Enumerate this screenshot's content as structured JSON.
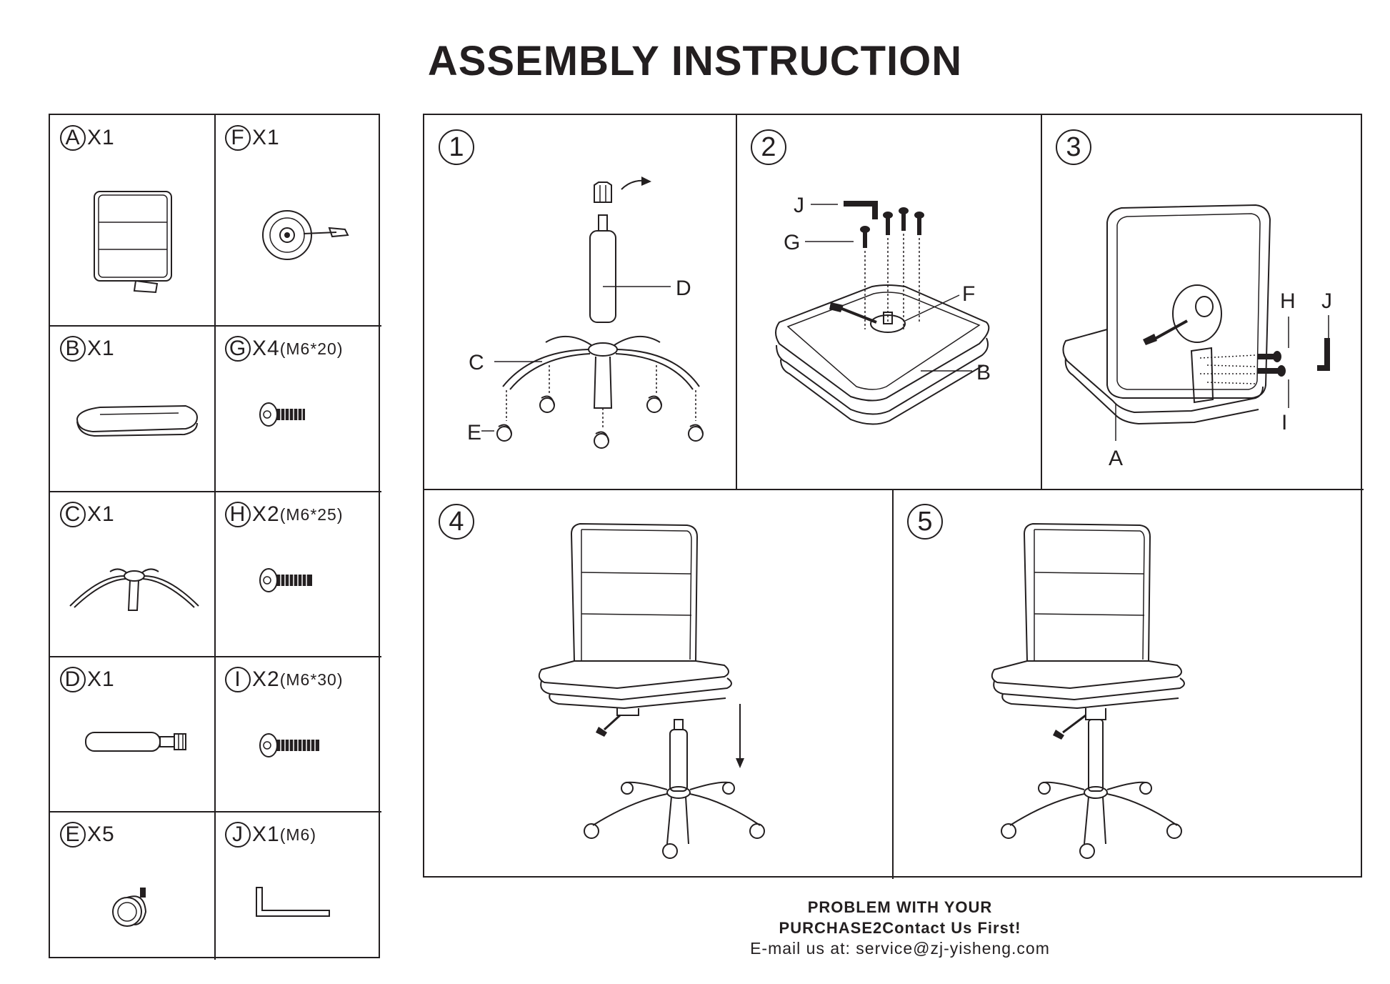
{
  "title": "ASSEMBLY INSTRUCTION",
  "parts": [
    {
      "letter": "A",
      "qty": "X1",
      "spec": ""
    },
    {
      "letter": "F",
      "qty": "X1",
      "spec": ""
    },
    {
      "letter": "B",
      "qty": "X1",
      "spec": ""
    },
    {
      "letter": "G",
      "qty": "X4",
      "spec": "(M6*20)"
    },
    {
      "letter": "C",
      "qty": "X1",
      "spec": ""
    },
    {
      "letter": "H",
      "qty": "X2",
      "spec": "(M6*25)"
    },
    {
      "letter": "D",
      "qty": "X1",
      "spec": ""
    },
    {
      "letter": "I",
      "qty": "X2",
      "spec": "(M6*30)"
    },
    {
      "letter": "E",
      "qty": "X5",
      "spec": ""
    },
    {
      "letter": "J",
      "qty": "X1",
      "spec": "(M6)"
    }
  ],
  "steps": [
    {
      "number": "1",
      "callouts": [
        "D",
        "C",
        "E"
      ]
    },
    {
      "number": "2",
      "callouts": [
        "J",
        "G",
        "F",
        "B"
      ]
    },
    {
      "number": "3",
      "callouts": [
        "H",
        "J",
        "I",
        "A"
      ]
    },
    {
      "number": "4",
      "callouts": []
    },
    {
      "number": "5",
      "callouts": []
    }
  ],
  "footer": {
    "line1": "PROBLEM WITH YOUR",
    "line2": "PURCHASE2Contact Us First!",
    "line3": "E-mail us at: service@zj-yisheng.com"
  }
}
